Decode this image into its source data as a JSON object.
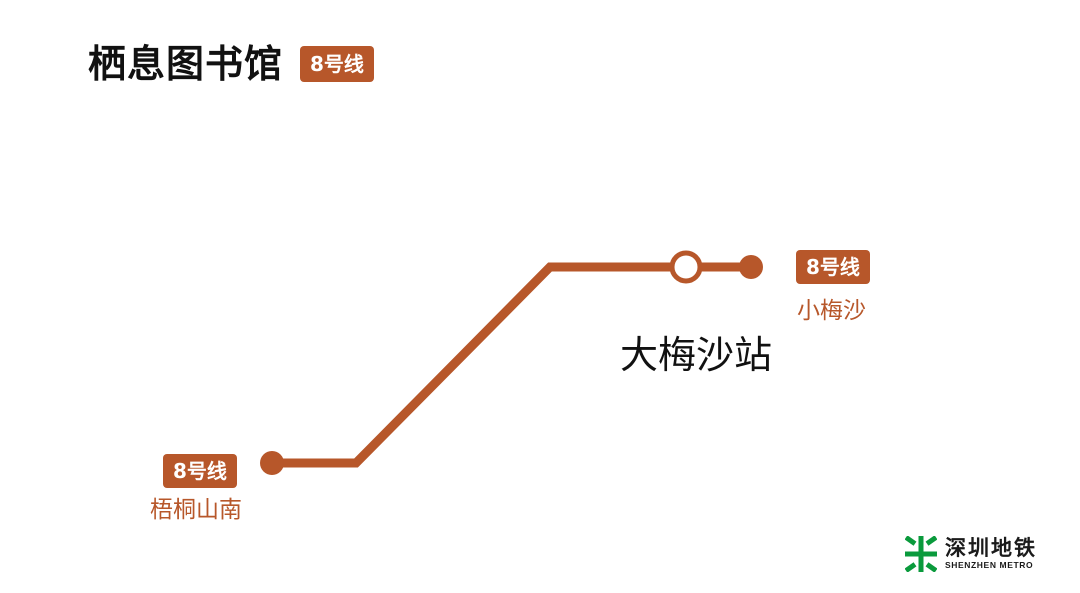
{
  "header": {
    "title": "栖息图书馆",
    "line_badge": "8号线"
  },
  "colors": {
    "line": "#b7572a",
    "logo_green": "#0a9a3c",
    "text": "#111111"
  },
  "route": {
    "current_station": "大梅沙站",
    "terminal_west": {
      "badge": "8号线",
      "name": "梧桐山南"
    },
    "terminal_east": {
      "badge": "8号线",
      "name": "小梅沙"
    }
  },
  "logo": {
    "icon": "shenzhen-metro-logo-icon",
    "name_cn": "深圳地铁",
    "name_en": "SHENZHEN METRO"
  }
}
